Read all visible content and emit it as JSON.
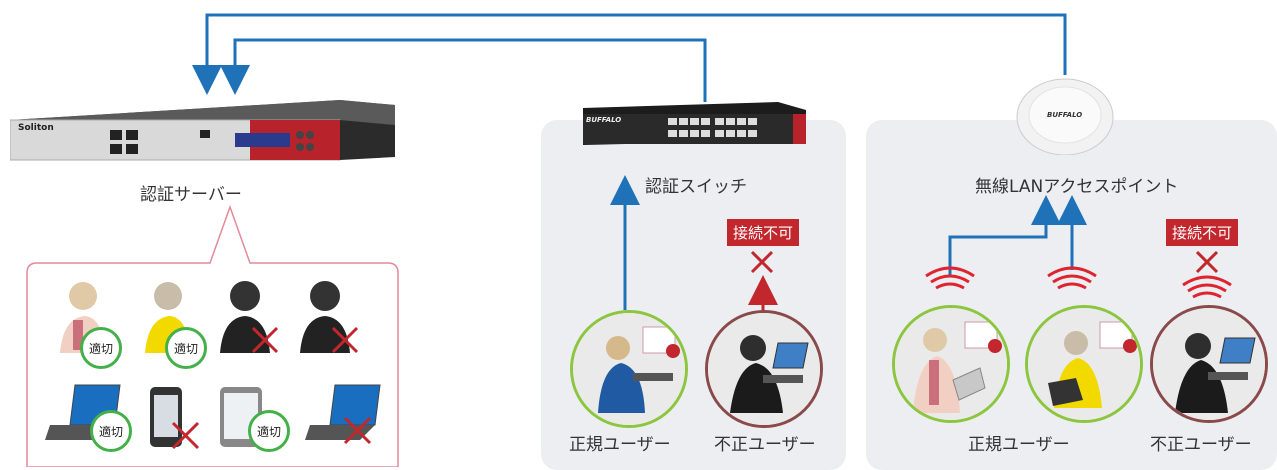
{
  "server": {
    "label": "認証サーバー",
    "brand": "Soliton"
  },
  "switch": {
    "label": "認証スイッチ",
    "brand": "BUFFALO"
  },
  "access_point": {
    "label": "無線LANアクセスポイント",
    "brand": "BUFFALO"
  },
  "left_panel": {
    "users": [
      {
        "status": "適切"
      },
      {
        "status": "適切"
      },
      {
        "status": ""
      },
      {
        "status": ""
      }
    ],
    "devices": [
      {
        "status": "適切"
      },
      {
        "status": ""
      },
      {
        "status": "適切"
      },
      {
        "status": ""
      }
    ]
  },
  "middle_panel": {
    "blocked_label": "接続不可",
    "legit_label": "正規ユーザー",
    "illegit_label": "不正ユーザー"
  },
  "right_panel": {
    "blocked_label": "接続不可",
    "legit_label": "正規ユーザー",
    "illegit_label": "不正ユーザー"
  },
  "colors": {
    "arrow_blue": "#1f72b8",
    "arrow_red": "#c1272d",
    "ok_green": "#43b049",
    "legit_ring": "#8cc63f",
    "illegit_ring": "#8a4a4a",
    "callout_border": "#e38a9a"
  }
}
